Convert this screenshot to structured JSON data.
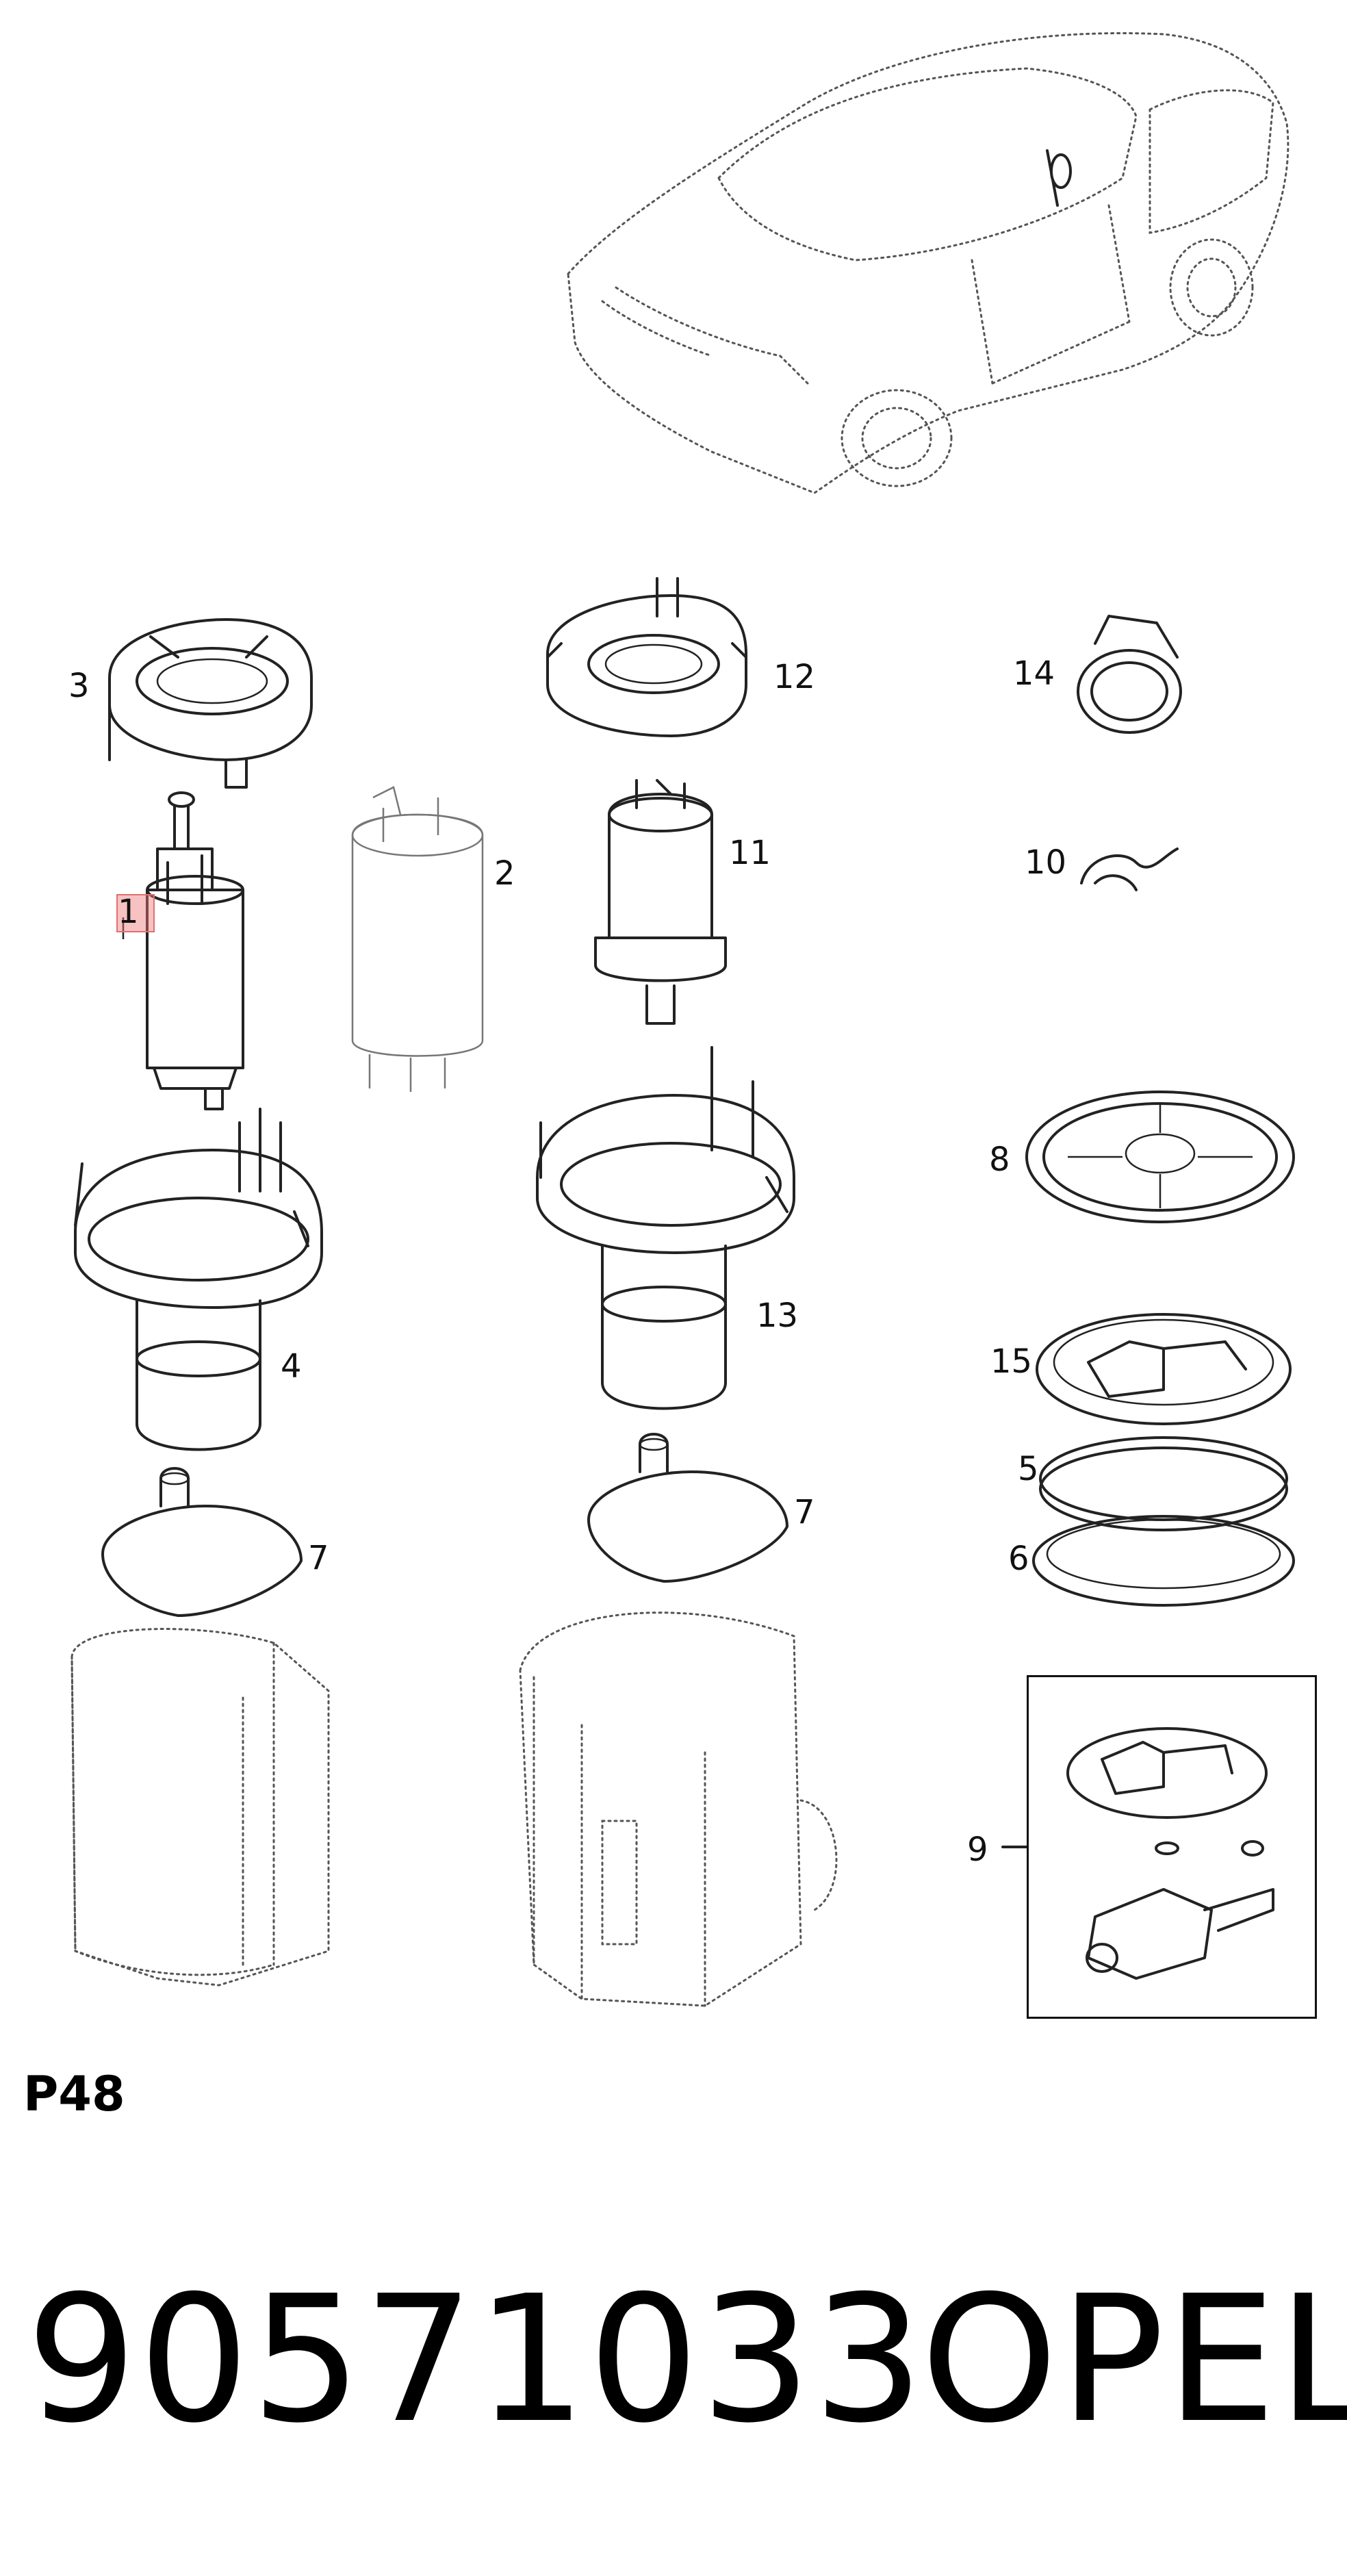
{
  "callouts": {
    "c1": "1",
    "c2": "2",
    "c3": "3",
    "c4": "4",
    "c5": "5",
    "c6": "6",
    "c7a": "7",
    "c7b": "7",
    "c8": "8",
    "c9": "9",
    "c10": "10",
    "c11": "11",
    "c12": "12",
    "c13": "13",
    "c14": "14",
    "c15": "15"
  },
  "page_code": "P48",
  "part_number": "90571033",
  "brand": "OPEL",
  "colors": {
    "line": "#222222",
    "dotted": "#555555",
    "marker": "#e07070"
  }
}
